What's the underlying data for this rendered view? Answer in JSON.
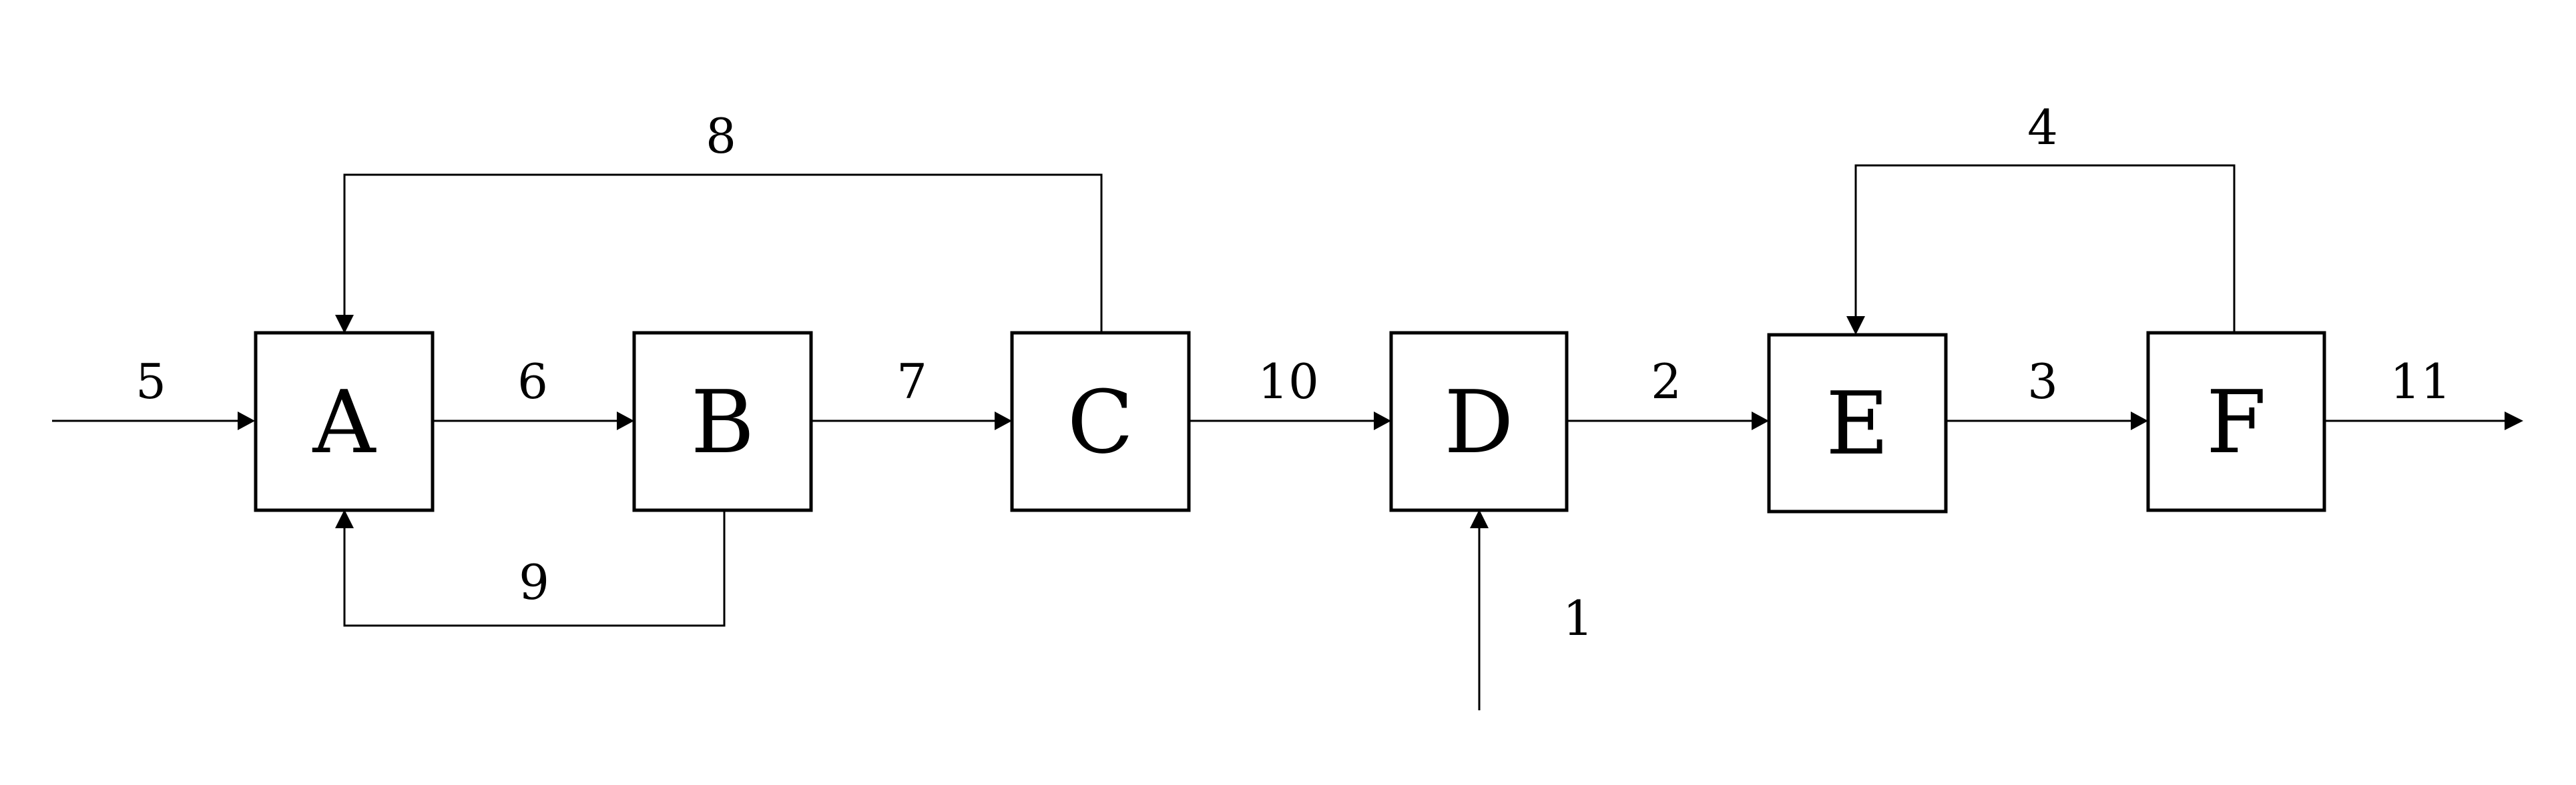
{
  "colors": {
    "background": "#ffffff",
    "stroke": "#000000"
  },
  "blocks": [
    {
      "id": "A",
      "label": "A"
    },
    {
      "id": "B",
      "label": "B"
    },
    {
      "id": "C",
      "label": "C"
    },
    {
      "id": "D",
      "label": "D"
    },
    {
      "id": "E",
      "label": "E"
    },
    {
      "id": "F",
      "label": "F"
    }
  ],
  "streams": [
    {
      "id": "s5",
      "label": "5",
      "from": "external",
      "to": "A"
    },
    {
      "id": "s6",
      "label": "6",
      "from": "A",
      "to": "B"
    },
    {
      "id": "s7",
      "label": "7",
      "from": "B",
      "to": "C"
    },
    {
      "id": "s10",
      "label": "10",
      "from": "C",
      "to": "D"
    },
    {
      "id": "s2",
      "label": "2",
      "from": "D",
      "to": "E"
    },
    {
      "id": "s3",
      "label": "3",
      "from": "E",
      "to": "F"
    },
    {
      "id": "s11",
      "label": "11",
      "from": "F",
      "to": "external"
    },
    {
      "id": "s8",
      "label": "8",
      "from": "C",
      "to": "A"
    },
    {
      "id": "s9",
      "label": "9",
      "from": "B",
      "to": "A"
    },
    {
      "id": "s4",
      "label": "4",
      "from": "F",
      "to": "E"
    },
    {
      "id": "s1",
      "label": "1",
      "from": "external",
      "to": "D"
    }
  ]
}
